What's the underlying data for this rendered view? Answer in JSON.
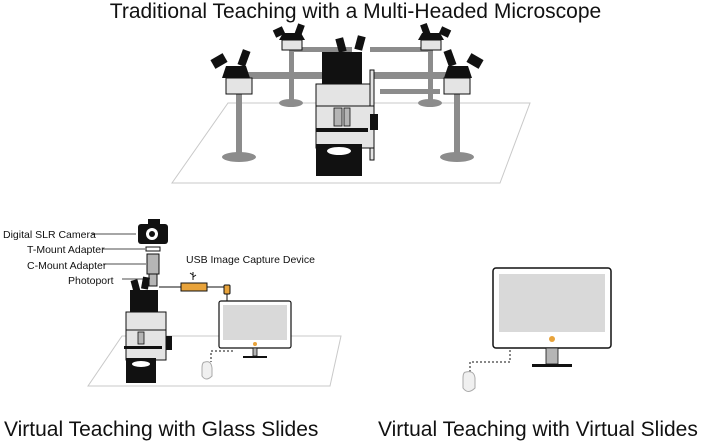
{
  "titles": {
    "top": "Traditional Teaching with a Multi-Headed Microscope",
    "bottom_left": "Virtual Teaching with Glass Slides",
    "bottom_right": "Virtual Teaching with Virtual Slides"
  },
  "labels": {
    "dslr": "Digital SLR Camera",
    "tmount": "T-Mount Adapter",
    "cmount": "C-Mount Adapter",
    "photoport": "Photoport",
    "usb": "USB Image Capture Device"
  },
  "icons": {
    "usb": "usb-icon",
    "monitor": "monitor-icon",
    "mouse": "mouse-icon",
    "microscope": "microscope-icon",
    "camera": "camera-icon"
  },
  "colors": {
    "ink": "#111111",
    "gray_bar": "#8c8c8c",
    "panel": "#e4e4e4",
    "screen": "#d9d9d9",
    "accent": "#e8a33b"
  }
}
